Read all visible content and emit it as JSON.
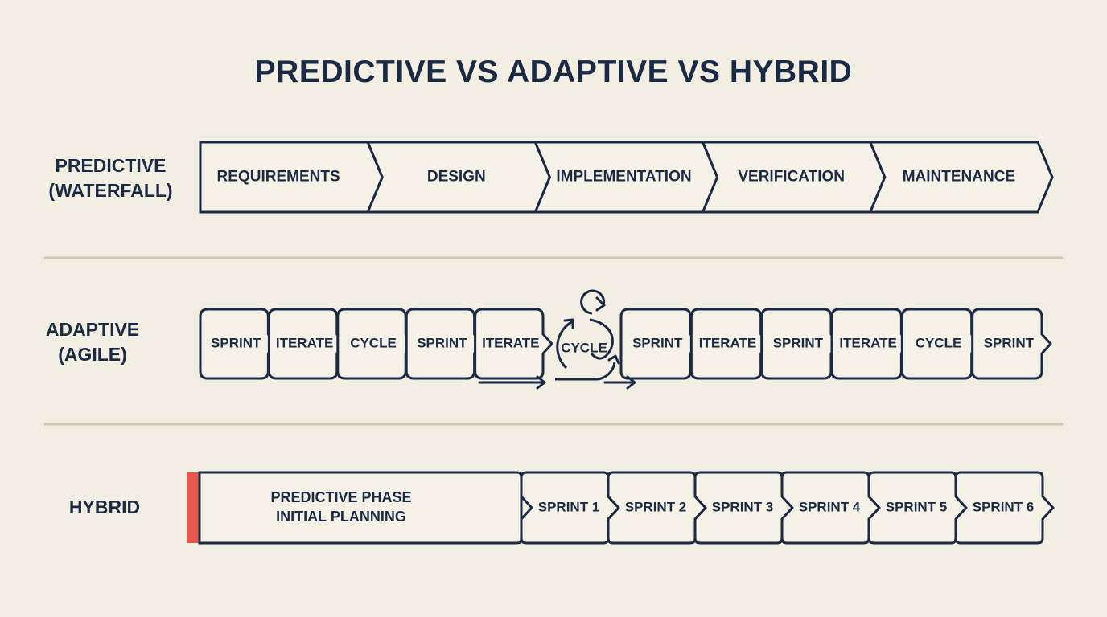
{
  "title": "PREDICTIVE VS ADAPTIVE VS HYBRID",
  "rows": {
    "predictive": {
      "label_line1": "PREDICTIVE",
      "label_line2": "(WATERFALL)"
    },
    "adaptive": {
      "label_line1": "ADAPTIVE",
      "label_line2": "(AGILE)"
    },
    "hybrid": {
      "label": "HYBRID"
    }
  },
  "waterfall_phases": [
    "REQUIREMENTS",
    "DESIGN",
    "IMPLEMENTATION",
    "VERIFICATION",
    "MAINTENANCE"
  ],
  "agile_left": [
    "SPRINT",
    "ITERATE",
    "CYCLE",
    "SPRINT",
    "ITERATE"
  ],
  "agile_center": "CYCLE",
  "agile_right": [
    "SPRINT",
    "ITERATE",
    "SPRINT",
    "ITERATE",
    "CYCLE",
    "SPRINT"
  ],
  "hybrid_phase": {
    "line1": "PREDICTIVE PHASE",
    "line2": "INITIAL PLANNING"
  },
  "hybrid_sprints": [
    "SPRINT 1",
    "SPRINT 2",
    "SPRINT 3",
    "SPRINT 4",
    "SPRINT 5",
    "SPRINT 6"
  ],
  "colors": {
    "background": "#f3eee2",
    "ink": "#1b2a44",
    "divider": "#cfc6b4",
    "accent": "#e8574b",
    "box_fill": "#f6f1e6"
  }
}
